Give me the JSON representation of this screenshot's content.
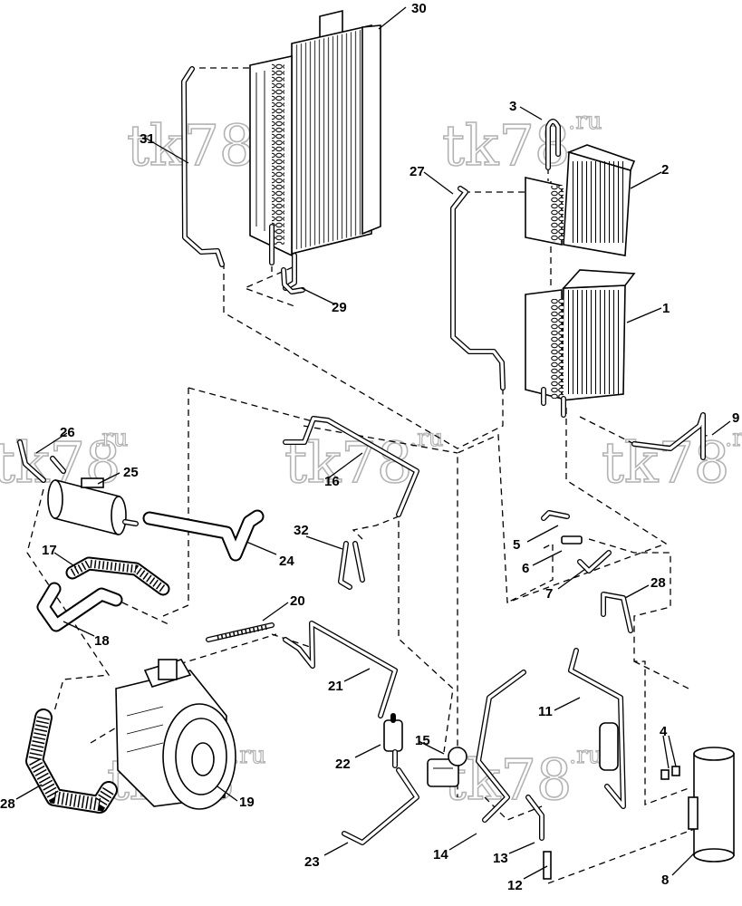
{
  "watermark": {
    "text": "tk78",
    "suffix": ".ru"
  },
  "callouts": {
    "c1": "1",
    "c2": "2",
    "c3": "3",
    "c4": "4",
    "c5": "5",
    "c6": "6",
    "c7": "7",
    "c8": "8",
    "c9": "9",
    "c11": "11",
    "c12": "12",
    "c13": "13",
    "c14": "14",
    "c15": "15",
    "c16": "16",
    "c17": "17",
    "c18": "18",
    "c19": "19",
    "c20": "20",
    "c21": "21",
    "c22": "22",
    "c23": "23",
    "c24": "24",
    "c25": "25",
    "c26": "26",
    "c27": "27",
    "c28a": "28",
    "c28b": "28",
    "c29": "29",
    "c30": "30",
    "c31": "31",
    "c32": "32"
  }
}
